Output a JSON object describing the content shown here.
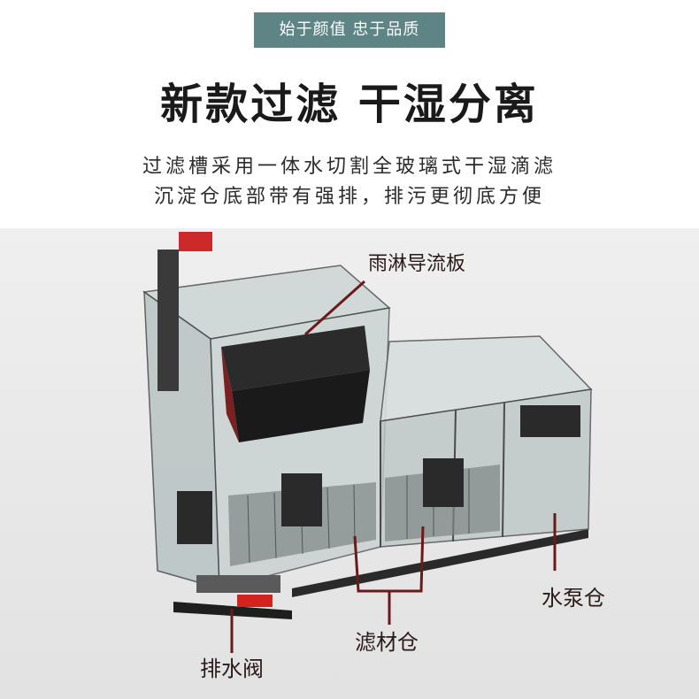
{
  "tagline": "始于颜值 忠于品质",
  "headline": "新款过滤 干湿分离",
  "description": [
    "过滤槽采用一体水切割全玻璃式干湿滴滤",
    "沉淀仓底部带有强排，排污更彻底方便"
  ],
  "callouts": {
    "rain_plate": "雨淋导流板",
    "filter_chamber": "滤材仓",
    "pump_chamber": "水泵仓",
    "drain_valve": "排水阀"
  },
  "colors": {
    "tag_bg": "#5f8485",
    "callout_line": "#6b1a1a",
    "valve_red": "#d32222"
  }
}
